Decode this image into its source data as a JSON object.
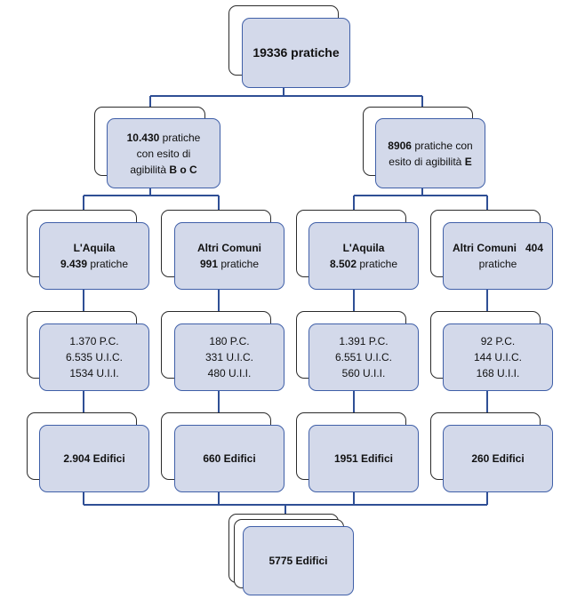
{
  "root": {
    "value": "19336",
    "unit": " pratiche"
  },
  "branch_left": {
    "value": "10.430",
    "line1": "  pratiche",
    "line2": "con esito di",
    "line3_pre": "agibilità ",
    "line3_bold": "B o C"
  },
  "branch_right": {
    "line1_bold": "8906",
    "line1": " pratiche con",
    "line2_pre": "esito di agibilità ",
    "line2_bold": "E"
  },
  "level3": [
    {
      "title": "L'Aquila",
      "value": "9.439",
      "unit": " pratiche"
    },
    {
      "title": "Altri Comuni",
      "value": "991",
      "unit": " pratiche"
    },
    {
      "title": "L'Aquila",
      "value": "8.502",
      "unit": " pratiche"
    },
    {
      "title": "Altri Comuni",
      "value": "   404",
      "unit": "pratiche"
    }
  ],
  "level4": [
    {
      "pc": "1.370 P.C.",
      "uic": "6.535 U.I.C.",
      "uii": "1534 U.I.I."
    },
    {
      "pc": "180 P.C.",
      "uic": "331 U.I.C.",
      "uii": "480 U.I.I."
    },
    {
      "pc": "1.391 P.C.",
      "uic": "6.551 U.I.C.",
      "uii": "560 U.I.I."
    },
    {
      "pc": "92 P.C.",
      "uic": "144 U.I.C.",
      "uii": "168 U.I.I."
    }
  ],
  "level5": [
    "2.904 Edifici",
    "660 Edifici",
    "1951 Edifici",
    "260 Edifici"
  ],
  "total": "5775 Edifici",
  "colors": {
    "box_fill": "#d3d9ea",
    "box_border": "#3f5fa8",
    "connector": "#2f4f95",
    "shadow_border": "#2b2b2b"
  }
}
